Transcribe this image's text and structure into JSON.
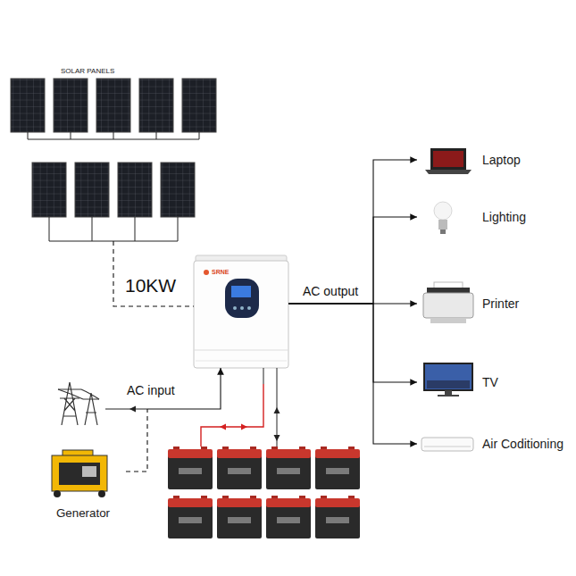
{
  "diagram": {
    "nodes": [
      {
        "text": [
          "SOLAR PANELS"
        ]
      },
      {
        "text": [
          "SRNE"
        ]
      },
      {
        "text": [
          "Laptop"
        ]
      },
      {
        "text": [
          "Lighting"
        ]
      },
      {
        "text": [
          "Printer"
        ]
      },
      {
        "text": [
          "TV"
        ]
      },
      {
        "text": [
          "Air Coditioning"
        ]
      },
      {
        "text": [
          "Generator"
        ]
      }
    ],
    "edges": [
      {
        "from": 0,
        "to": 1,
        "arrow": "none",
        "label": "10KW"
      },
      {
        "from": 1,
        "to": 2,
        "arrow": "to"
      },
      {
        "from": 1,
        "to": 3,
        "arrow": "to"
      },
      {
        "from": 1,
        "to": 4,
        "arrow": "to",
        "label": "AC output"
      },
      {
        "from": 1,
        "to": 5,
        "arrow": "to"
      },
      {
        "from": 1,
        "to": 6,
        "arrow": "to"
      },
      {
        "from": 7,
        "to": 1,
        "arrow": "to",
        "label": "AC input"
      }
    ]
  }
}
